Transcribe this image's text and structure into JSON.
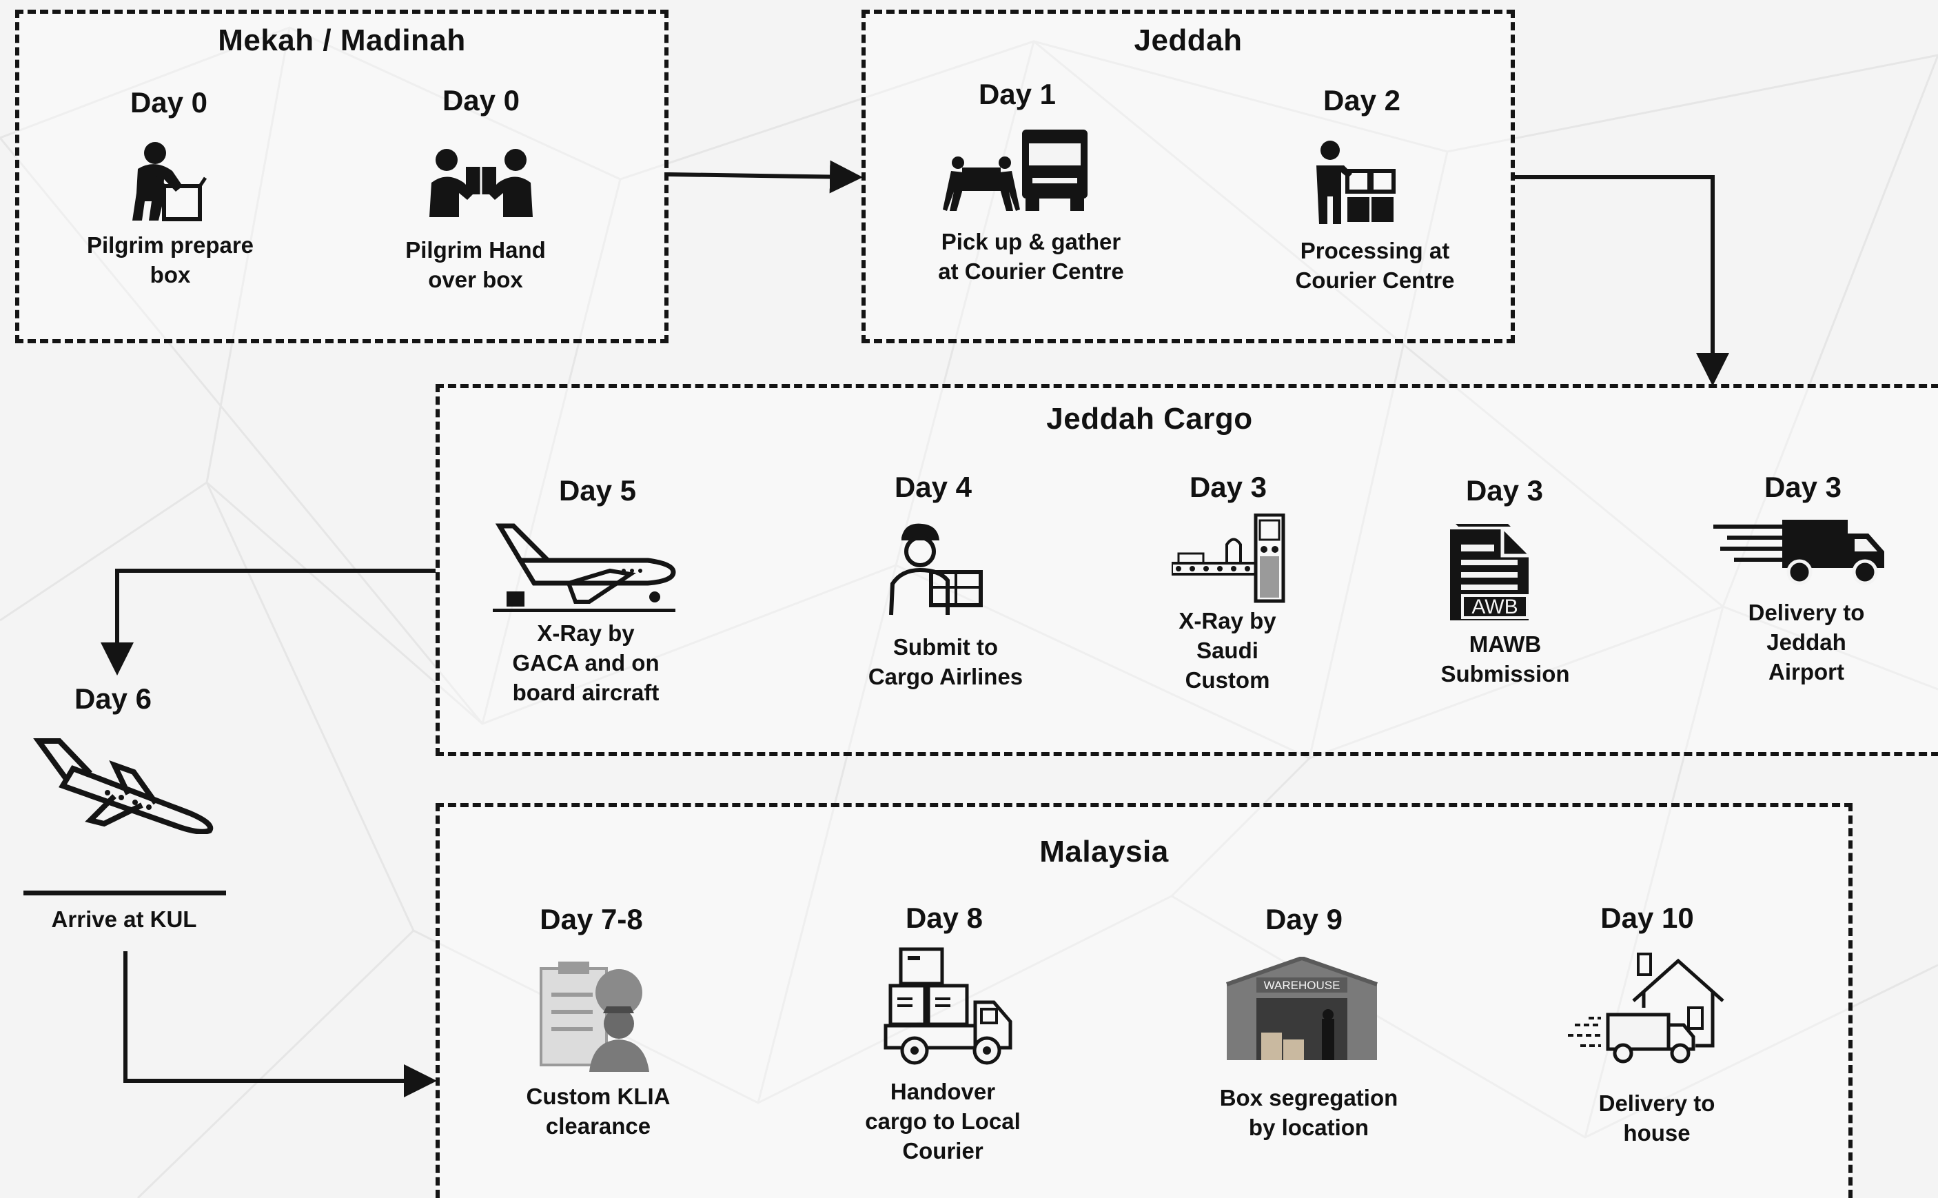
{
  "colors": {
    "ink": "#141414",
    "background": "#f4f4f4"
  },
  "groups": {
    "mekah": {
      "title": "Mekah / Madinah",
      "steps": [
        {
          "day": "Day 0",
          "label": "Pilgrim prepare\nbox",
          "icon": "person-packing-box-icon"
        },
        {
          "day": "Day 0",
          "label": "Pilgrim Hand\nover box",
          "icon": "two-people-handing-box-icon"
        }
      ]
    },
    "jeddah": {
      "title": "Jeddah",
      "steps": [
        {
          "day": "Day 1",
          "label": "Pick up & gather\nat Courier Centre",
          "icon": "movers-and-truck-icon"
        },
        {
          "day": "Day 2",
          "label": "Processing at\nCourier Centre",
          "icon": "worker-with-boxes-icon"
        }
      ]
    },
    "jeddah_cargo": {
      "title": "Jeddah Cargo",
      "steps": [
        {
          "day": "Day 5",
          "label": "X-Ray by\nGACA and on\nboard aircraft",
          "icon": "cargo-plane-loading-icon"
        },
        {
          "day": "Day 4",
          "label": "Submit to\nCargo Airlines",
          "icon": "courier-handing-package-icon"
        },
        {
          "day": "Day 3",
          "label": "X-Ray by\nSaudi\nCustom",
          "icon": "xray-scanner-icon"
        },
        {
          "day": "Day 3",
          "label": "MAWB\nSubmission",
          "icon": "awb-document-icon"
        },
        {
          "day": "Day 3",
          "label": "Delivery to\nJeddah\nAirport",
          "icon": "fast-delivery-truck-icon"
        }
      ]
    },
    "arrival": {
      "day": "Day 6",
      "label": "Arrive at KUL",
      "icon": "landing-plane-icon"
    },
    "malaysia": {
      "title": "Malaysia",
      "steps": [
        {
          "day": "Day 7-8",
          "label": "Custom KLIA\nclearance",
          "icon": "customs-officer-icon"
        },
        {
          "day": "Day 8",
          "label": "Handover\ncargo to Local\nCourier",
          "icon": "boxes-on-truck-icon"
        },
        {
          "day": "Day 9",
          "label": "Box segregation\nby location",
          "icon": "warehouse-icon"
        },
        {
          "day": "Day 10",
          "label": "Delivery to\nhouse",
          "icon": "truck-to-house-icon"
        }
      ],
      "warehouse_sign": "WAREHOUSE"
    }
  },
  "awb_badge": "AWB"
}
